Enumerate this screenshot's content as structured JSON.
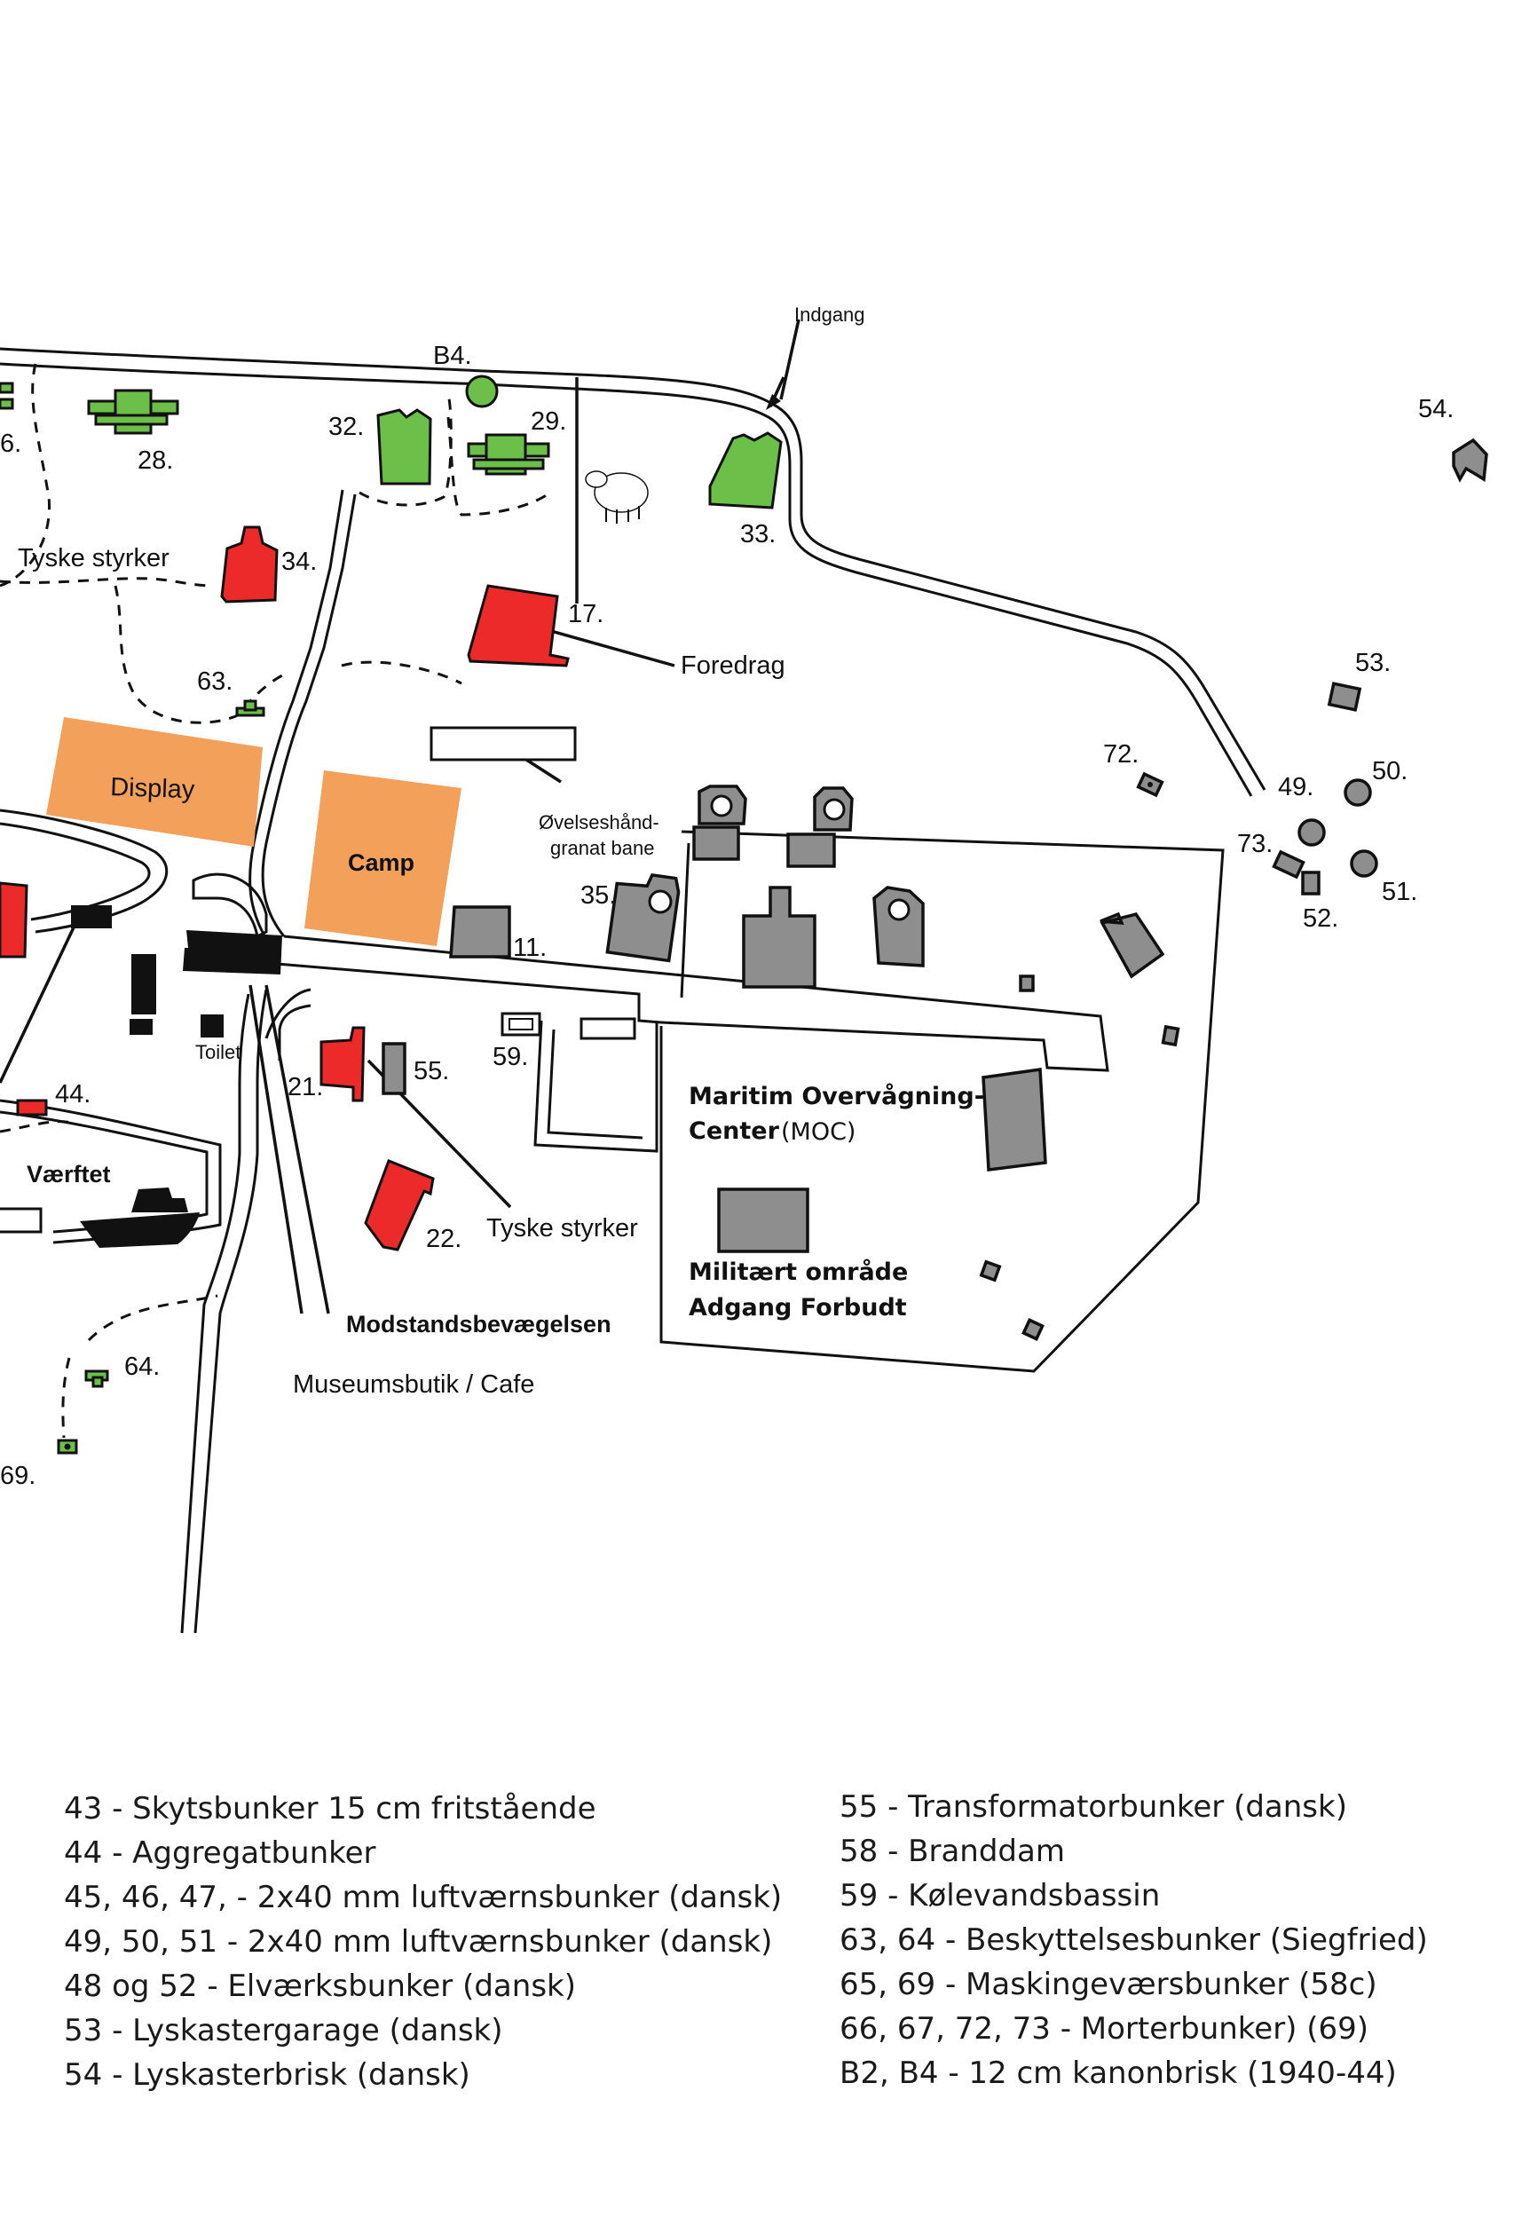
{
  "map": {
    "labels": {
      "indgang": "Indgang",
      "b4": "B4.",
      "n6": "6.",
      "n28": "28.",
      "n32": "32.",
      "n29": "29.",
      "n33": "33.",
      "n34": "34.",
      "tyske_styrker_top": "Tyske styrker",
      "n17": "17.",
      "foredrag": "Foredrag",
      "n63": "63.",
      "display": "Display",
      "camp": "Camp",
      "ovelses1": "Øvelseshånd-",
      "ovelses2": "granat bane",
      "n35": "35.",
      "n11": "11.",
      "n72": "72.",
      "n54": "54.",
      "n53": "53.",
      "n49": "49.",
      "n50": "50.",
      "n73": "73.",
      "n52": "52.",
      "n51": "51.",
      "toilet": "Toilet",
      "n44": "44.",
      "n21": "21.",
      "n55": "55.",
      "n59": "59.",
      "moc1": "Maritim Overvågning-",
      "moc2a": "Center",
      "moc2b": "(MOC)",
      "vaerftet": "Værftet",
      "n22": "22.",
      "tyske_styrker_bottom": "Tyske styrker",
      "mil1": "Militært område",
      "mil2": "Adgang Forbudt",
      "modstand": "Modstandsbevægelsen",
      "n64": "64.",
      "museum": "Museumsbutik / Cafe",
      "n69": "69."
    },
    "colors": {
      "green": "#6cc04a",
      "red": "#ec2a2a",
      "grey": "#8e8e8e",
      "orange": "#f2a05a",
      "black": "#111111"
    },
    "icons": [
      "sheep-icon",
      "ship-icon"
    ]
  },
  "legend": {
    "left": [
      "43  -  Skytsbunker 15 cm fritstående",
      "44  -  Aggregatbunker",
      "45, 46, 47, -  2x40 mm luftværnsbunker (dansk)",
      "49, 50, 51  -  2x40 mm luftværnsbunker (dansk)",
      "48 og 52  -  Elværksbunker  (dansk)",
      "53  -  Lyskastergarage  (dansk)",
      "54  -  Lyskasterbrisk  (dansk)"
    ],
    "right": [
      "55  -  Transformatorbunker (dansk)",
      "58  -  Branddam",
      "59  -  Kølevandsbassin",
      "63, 64  -  Beskyttelsesbunker  (Siegfried)",
      "65, 69  -  Maskingeværsbunker  (58c)",
      "66, 67, 72, 73  -  Morterbunker)  (69)",
      "B2, B4  -  12 cm kanonbrisk (1940-44)"
    ]
  }
}
